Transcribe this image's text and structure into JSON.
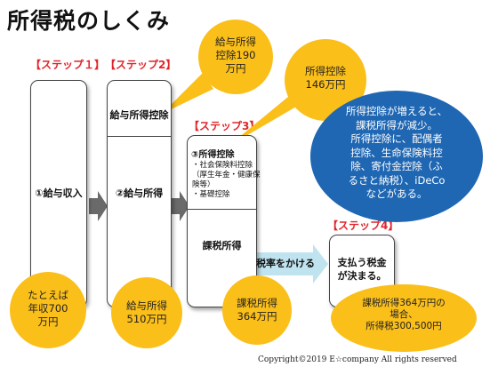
{
  "title": "所得税のしくみ",
  "steps": {
    "step1": "【ステップ１】",
    "step2": "【ステップ2】",
    "step3": "【ステップ3】",
    "step4": "【ステップ4】"
  },
  "boxes": {
    "salary_income": "①給与収入",
    "salary_deduction": "給与所得控除",
    "salary_income2": "②給与所得",
    "income_deduction": "③所得控除",
    "deduction_items": [
      "・社会保険料控除",
      "（厚生年金・健康保",
      "険等）",
      "・基礎控除"
    ],
    "taxable_income": "課税所得",
    "tax_due": [
      "支払う税金",
      "が決まる。"
    ]
  },
  "bubbles": {
    "annual_income": [
      "たとえば",
      "年収700",
      "万円"
    ],
    "salary_income": [
      "給与所得",
      "510万円"
    ],
    "taxable_income": [
      "課税所得",
      "364万円"
    ],
    "salary_deduction": [
      "給与所得",
      "控除190",
      "万円"
    ],
    "income_deduction": [
      "所得控除",
      "146万円"
    ],
    "tax_example": [
      "課税所得364万円の",
      "場合、",
      "所得税300,500円"
    ]
  },
  "info_bubble": [
    "所得控除が増えると、",
    "課税所得が減少。",
    "所得控除に、配偶者",
    "控除、生命保険料控",
    "除、寄付金控除（ふ",
    "るさと納税）、iDeCo",
    "などがある。"
  ],
  "arrow_label": "税率をかける",
  "copyright": "Copyright©2019 E☆company  All rights reserved",
  "colors": {
    "accent_red": "#e0262b",
    "bubble_yellow": "#fbbf1a",
    "info_blue": "#1f67b3",
    "arrow_gray": "#6a6a6a",
    "arrow_light_blue": "#bfe3ef"
  }
}
